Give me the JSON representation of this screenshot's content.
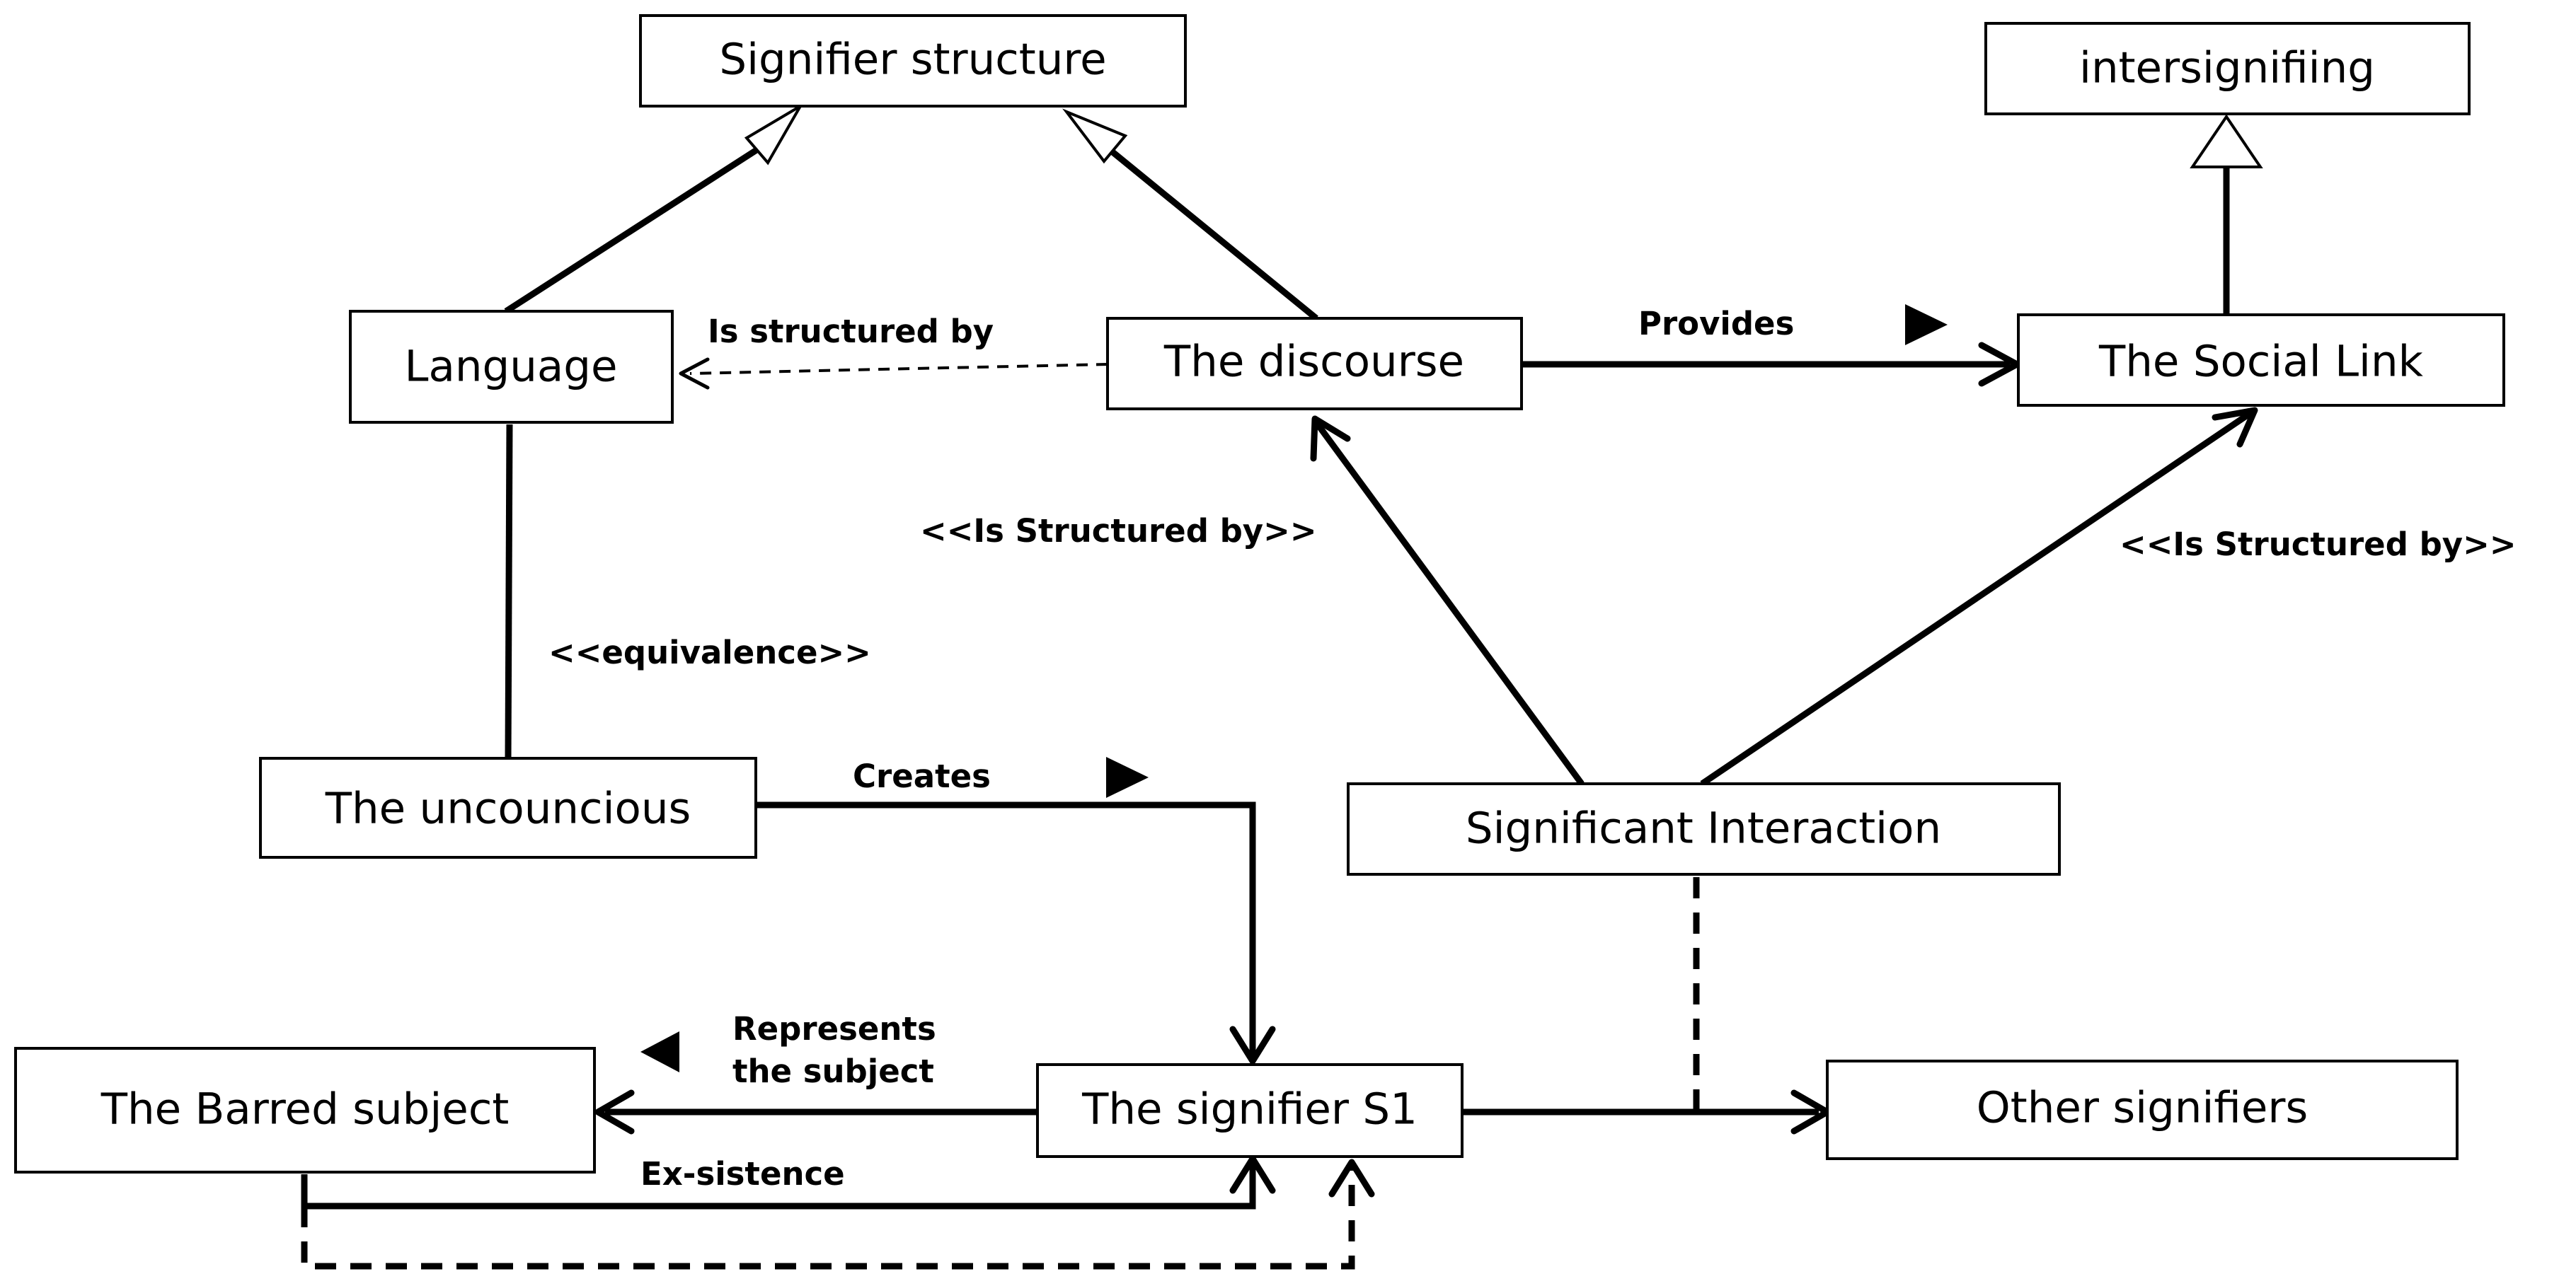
{
  "nodes": {
    "signifier_structure": "Signifier structure",
    "intersignifiing": "intersignifiing",
    "language": "Language",
    "the_discourse": "The discourse",
    "the_social_link": "The Social Link",
    "the_uncouncious": "The uncouncious",
    "significant_interaction": "Significant Interaction",
    "the_barred_subject": "The Barred subject",
    "the_signifier_s1": "The signifier S1",
    "other_signifiers": "Other signifiers"
  },
  "labels": {
    "is_structured_by": "Is structured by",
    "provides": "Provides",
    "is_structured_by_left": "<<Is Structured by>>",
    "is_structured_by_right": "<<Is Structured by>>",
    "equivalence": "<<equivalence>>",
    "creates": "Creates",
    "represents_line1": "Represents",
    "represents_line2": "the subject",
    "ex_sistence": "Ex-sistence"
  }
}
